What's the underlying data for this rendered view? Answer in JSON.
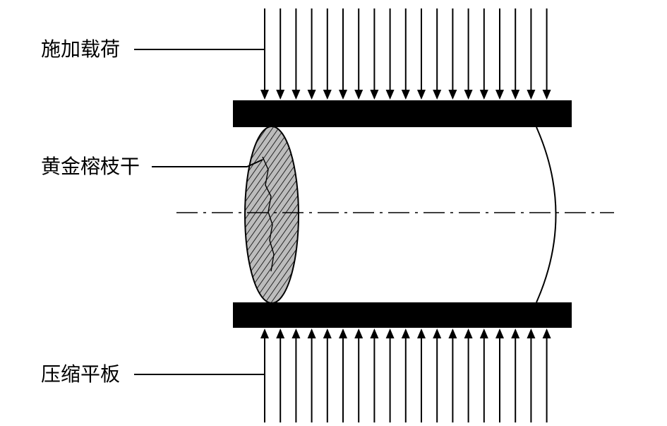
{
  "labels": {
    "applied_load": "施加载荷",
    "banyan_branch": "黄金榕枝干",
    "compression_plate": "压缩平板"
  },
  "colors": {
    "ink": "#000000",
    "background": "#ffffff",
    "specimen_hatch_fill": "#bcbcbc"
  }
}
